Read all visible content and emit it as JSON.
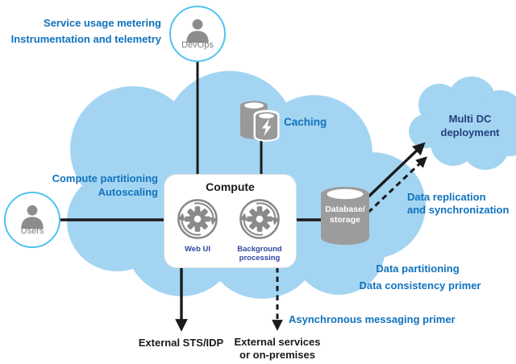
{
  "colors": {
    "cloud_fill": "#A3D5F2",
    "accent_blue": "#1172BD",
    "navy_blue": "#24407E",
    "process_label_blue": "#31479F",
    "icon_gray": "#999999",
    "actor_ring_blue": "#4EC3F0",
    "actor_text_gray": "#7D7D7D",
    "line_black": "#1A1A1A"
  },
  "icons": {
    "devops": "person-icon",
    "users": "person-icon",
    "caching": "cache-cylinders-lightning-icon",
    "database": "database-cylinder-icon",
    "web_ui": "gear-sync-icon",
    "background_processing": "gear-sync-icon"
  },
  "annotations": {
    "service_usage_metering": "Service usage metering",
    "instrumentation_telemetry": "Instrumentation and telemetry",
    "compute_partitioning": "Compute partitioning",
    "autoscaling": "Autoscaling",
    "caching": "Caching",
    "data_replication": [
      "Data replication",
      "and synchronization"
    ],
    "data_partitioning": "Data partitioning",
    "data_consistency_primer": "Data consistency primer",
    "async_messaging_primer": "Asynchronous messaging primer"
  },
  "actors": {
    "devops": "DevOps",
    "users": "Users"
  },
  "compute_box": {
    "title": "Compute",
    "web_ui": "Web UI",
    "background_processing": [
      "Background",
      "processing"
    ]
  },
  "database": [
    "Database/",
    "storage"
  ],
  "multi_dc_cloud": [
    "Multi DC",
    "deployment"
  ],
  "external": {
    "sts_idp": "External STS/IDP",
    "services": [
      "External services",
      "or on-premises"
    ]
  }
}
